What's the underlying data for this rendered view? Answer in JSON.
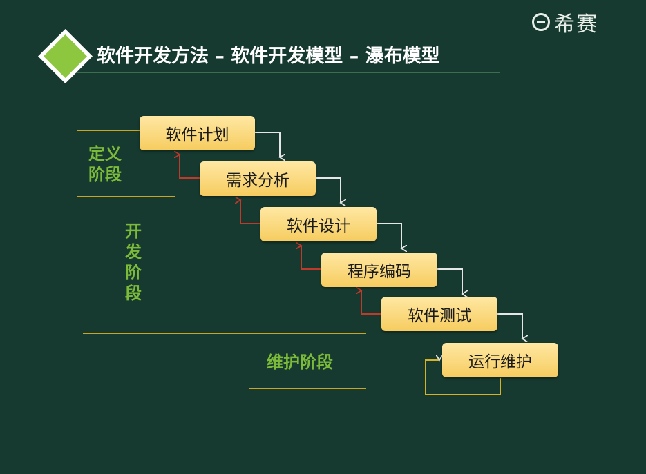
{
  "brand": {
    "name": "希赛"
  },
  "title": "软件开发方法 – 软件开发模型 – 瀑布模型",
  "phases": {
    "definition": "定义阶段",
    "development": "开发阶段",
    "maintenance": "维护阶段"
  },
  "steps": [
    {
      "label": "软件计划"
    },
    {
      "label": "需求分析"
    },
    {
      "label": "软件设计"
    },
    {
      "label": "程序编码"
    },
    {
      "label": "软件测试"
    },
    {
      "label": "运行维护"
    }
  ],
  "colors": {
    "background": "#163a30",
    "box_fill": "#f6cc5f",
    "phase_label": "#7cba3a",
    "phase_line": "#c8a624",
    "forward_arrow": "#e6e6e6",
    "feedback_arrow": "#c0392b",
    "maintenance_loop": "#d6b325",
    "diamond": "#8dc63f"
  }
}
